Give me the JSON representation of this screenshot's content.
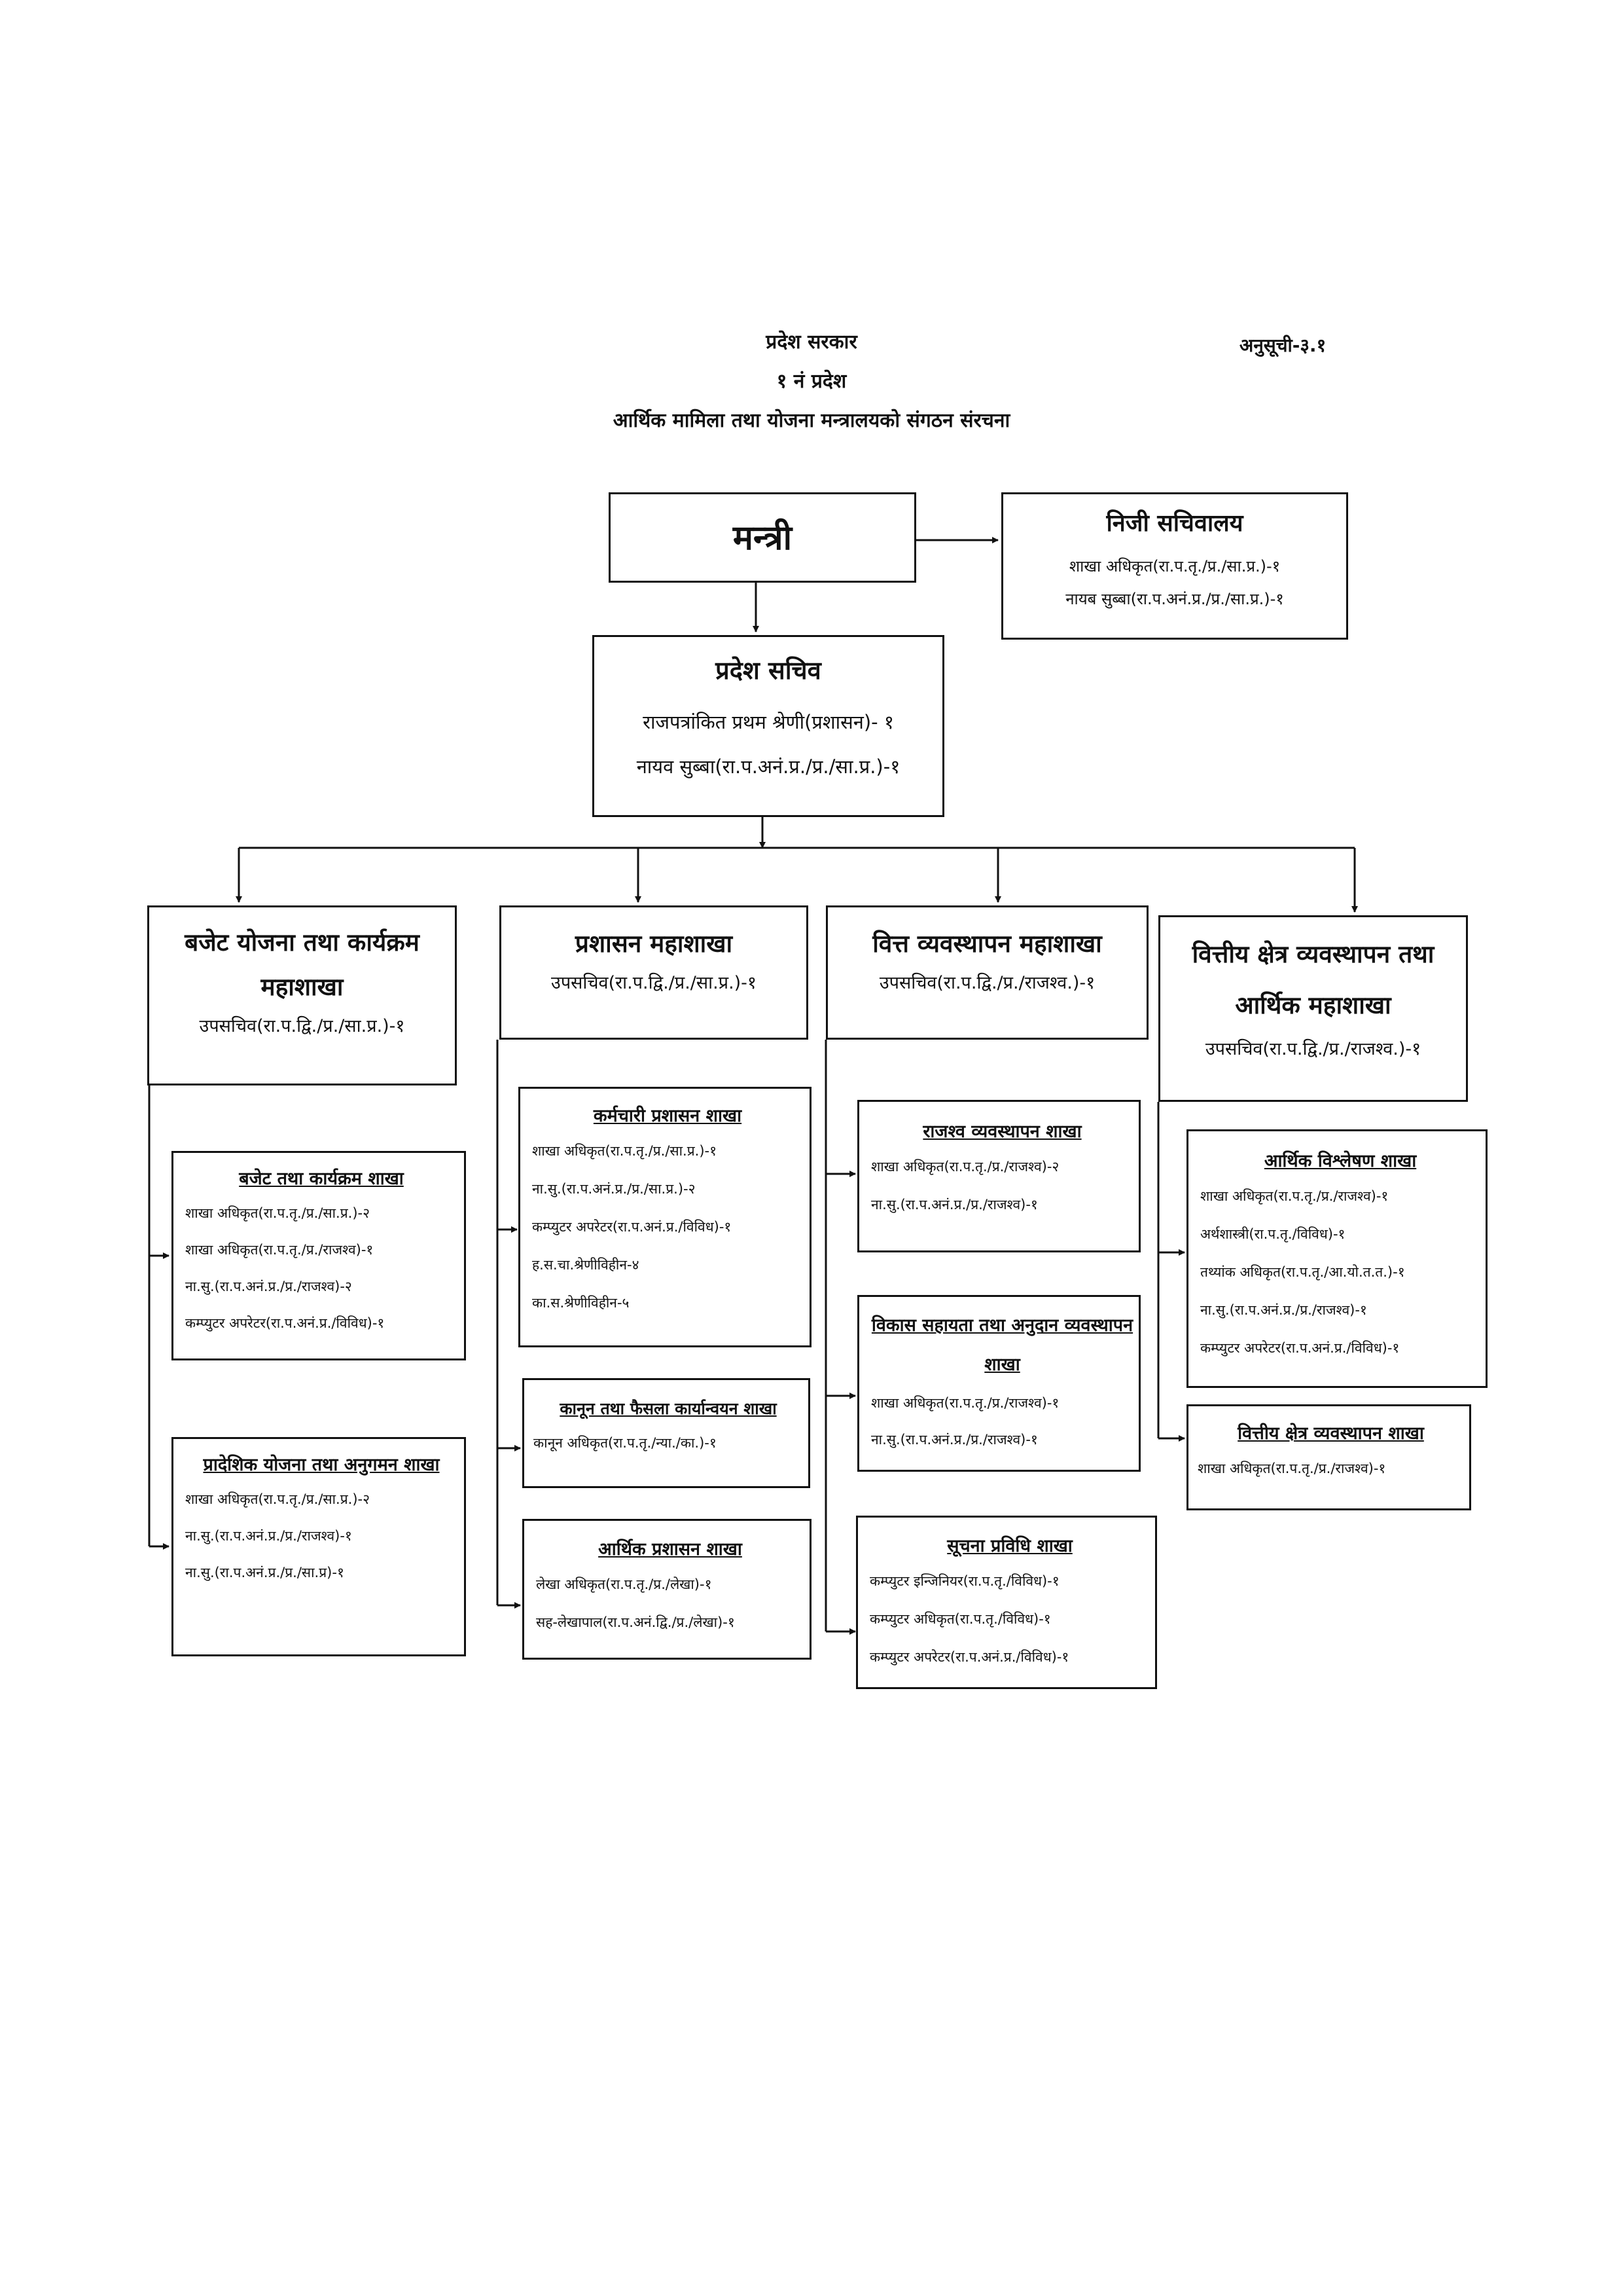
{
  "header": {
    "line1": "प्रदेश सरकार",
    "line2": "१ नं प्रदेश",
    "line3": "आर्थिक मामिला तथा योजना मन्त्रालयको संगठन संरचना",
    "annex": "अनुसूची-३.१"
  },
  "minister": {
    "title": "मन्त्री"
  },
  "private_secretariat": {
    "title": "निजी सचिवालय",
    "lines": [
      "शाखा अधिकृत(रा.प.तृ./प्र./सा.प्र.)-१",
      "नायब सुब्बा(रा.प.अनं.प्र./प्र./सा.प्र.)-१"
    ]
  },
  "secretary": {
    "title": "प्रदेश सचिव",
    "lines": [
      "राजपत्रांकित प्रथम श्रेणी(प्रशासन)- १",
      "नायव सुब्बा(रा.प.अनं.प्र./प्र./सा.प्र.)-१"
    ]
  },
  "divisions": [
    {
      "title": "बजेट योजना तथा कार्यक्रम महाशाखा",
      "staff": "उपसचिव(रा.प.द्वि./प्र./सा.प्र.)-१"
    },
    {
      "title": "प्रशासन महाशाखा",
      "staff": "उपसचिव(रा.प.द्वि./प्र./सा.प्र.)-१"
    },
    {
      "title": "वित्त व्यवस्थापन महाशाखा",
      "staff": "उपसचिव(रा.प.द्वि./प्र./राजश्व.)-१"
    },
    {
      "title": "वित्तीय क्षेत्र व्यवस्थापन तथा आर्थिक महाशाखा",
      "staff": "उपसचिव(रा.प.द्वि./प्र./राजश्व.)-१"
    }
  ],
  "sections": {
    "budget_program": {
      "title": "बजेट तथा कार्यक्रम शाखा",
      "lines": [
        "शाखा अधिकृत(रा.प.तृ./प्र./सा.प्र.)-२",
        "शाखा अधिकृत(रा.प.तृ./प्र./राजश्व)-१",
        "ना.सु.(रा.प.अनं.प्र./प्र./राजश्व)-२",
        "कम्प्युटर अपरेटर(रा.प.अनं.प्र./विविध)-१"
      ]
    },
    "provincial_planning": {
      "title": "प्रादेशिक योजना तथा अनुगमन शाखा",
      "lines": [
        "शाखा अधिकृत(रा.प.तृ./प्र./सा.प्र.)-२",
        "ना.सु.(रा.प.अनं.प्र./प्र./राजश्व)-१",
        "ना.सु.(रा.प.अनं.प्र./प्र./सा.प्र)-१"
      ]
    },
    "personnel_admin": {
      "title": "कर्मचारी प्रशासन शाखा",
      "lines": [
        "शाखा अधिकृत(रा.प.तृ./प्र./सा.प्र.)-१",
        "ना.सु.(रा.प.अनं.प्र./प्र./सा.प्र.)-२",
        "कम्प्युटर अपरेटर(रा.प.अनं.प्र./विविध)-१",
        "ह.स.चा.श्रेणीविहीन-४",
        "का.स.श्रेणीविहीन-५"
      ]
    },
    "law_judgment": {
      "title": "कानून तथा फैसला कार्यान्वयन शाखा",
      "lines": [
        "कानून अधिकृत(रा.प.तृ./न्या./का.)-१"
      ]
    },
    "financial_admin": {
      "title": "आर्थिक प्रशासन शाखा",
      "lines": [
        "लेखा अधिकृत(रा.प.तृ./प्र./लेखा)-१",
        "सह-लेखापाल(रा.प.अनं.द्वि./प्र./लेखा)-१"
      ]
    },
    "revenue_mgmt": {
      "title": "राजश्व व्यवस्थापन शाखा",
      "lines": [
        "शाखा अधिकृत(रा.प.तृ./प्र./राजश्व)-२",
        "ना.सु.(रा.प.अनं.प्र./प्र./राजश्व)-१"
      ]
    },
    "dev_aid": {
      "title": "विकास सहायता तथा अनुदान व्यवस्थापन शाखा",
      "lines": [
        "शाखा अधिकृत(रा.प.तृ./प्र./राजश्व)-१",
        "ना.सु.(रा.प.अनं.प्र./प्र./राजश्व)-१"
      ]
    },
    "it": {
      "title": "सूचना प्रविधि शाखा",
      "lines": [
        "कम्प्युटर इन्जिनियर(रा.प.तृ./विविध)-१",
        "कम्प्युटर अधिकृत(रा.प.तृ./विविध)-१",
        "कम्प्युटर अपरेटर(रा.प.अनं.प्र./विविध)-१"
      ]
    },
    "economic_analysis": {
      "title": "आर्थिक विश्लेषण शाखा",
      "lines": [
        "शाखा अधिकृत(रा.प.तृ./प्र./राजश्व)-१",
        "अर्थशास्त्री(रा.प.तृ./विविध)-१",
        "तथ्यांक अधिकृत(रा.प.तृ./आ.यो.त.त.)-१",
        "ना.सु.(रा.प.अनं.प्र./प्र./राजश्व)-१",
        "कम्प्युटर अपरेटर(रा.प.अनं.प्र./विविध)-१"
      ]
    },
    "financial_sector": {
      "title": "वित्तीय क्षेत्र व्यवस्थापन शाखा",
      "lines": [
        "शाखा अधिकृत(रा.प.तृ./प्र./राजश्व)-१"
      ]
    }
  }
}
